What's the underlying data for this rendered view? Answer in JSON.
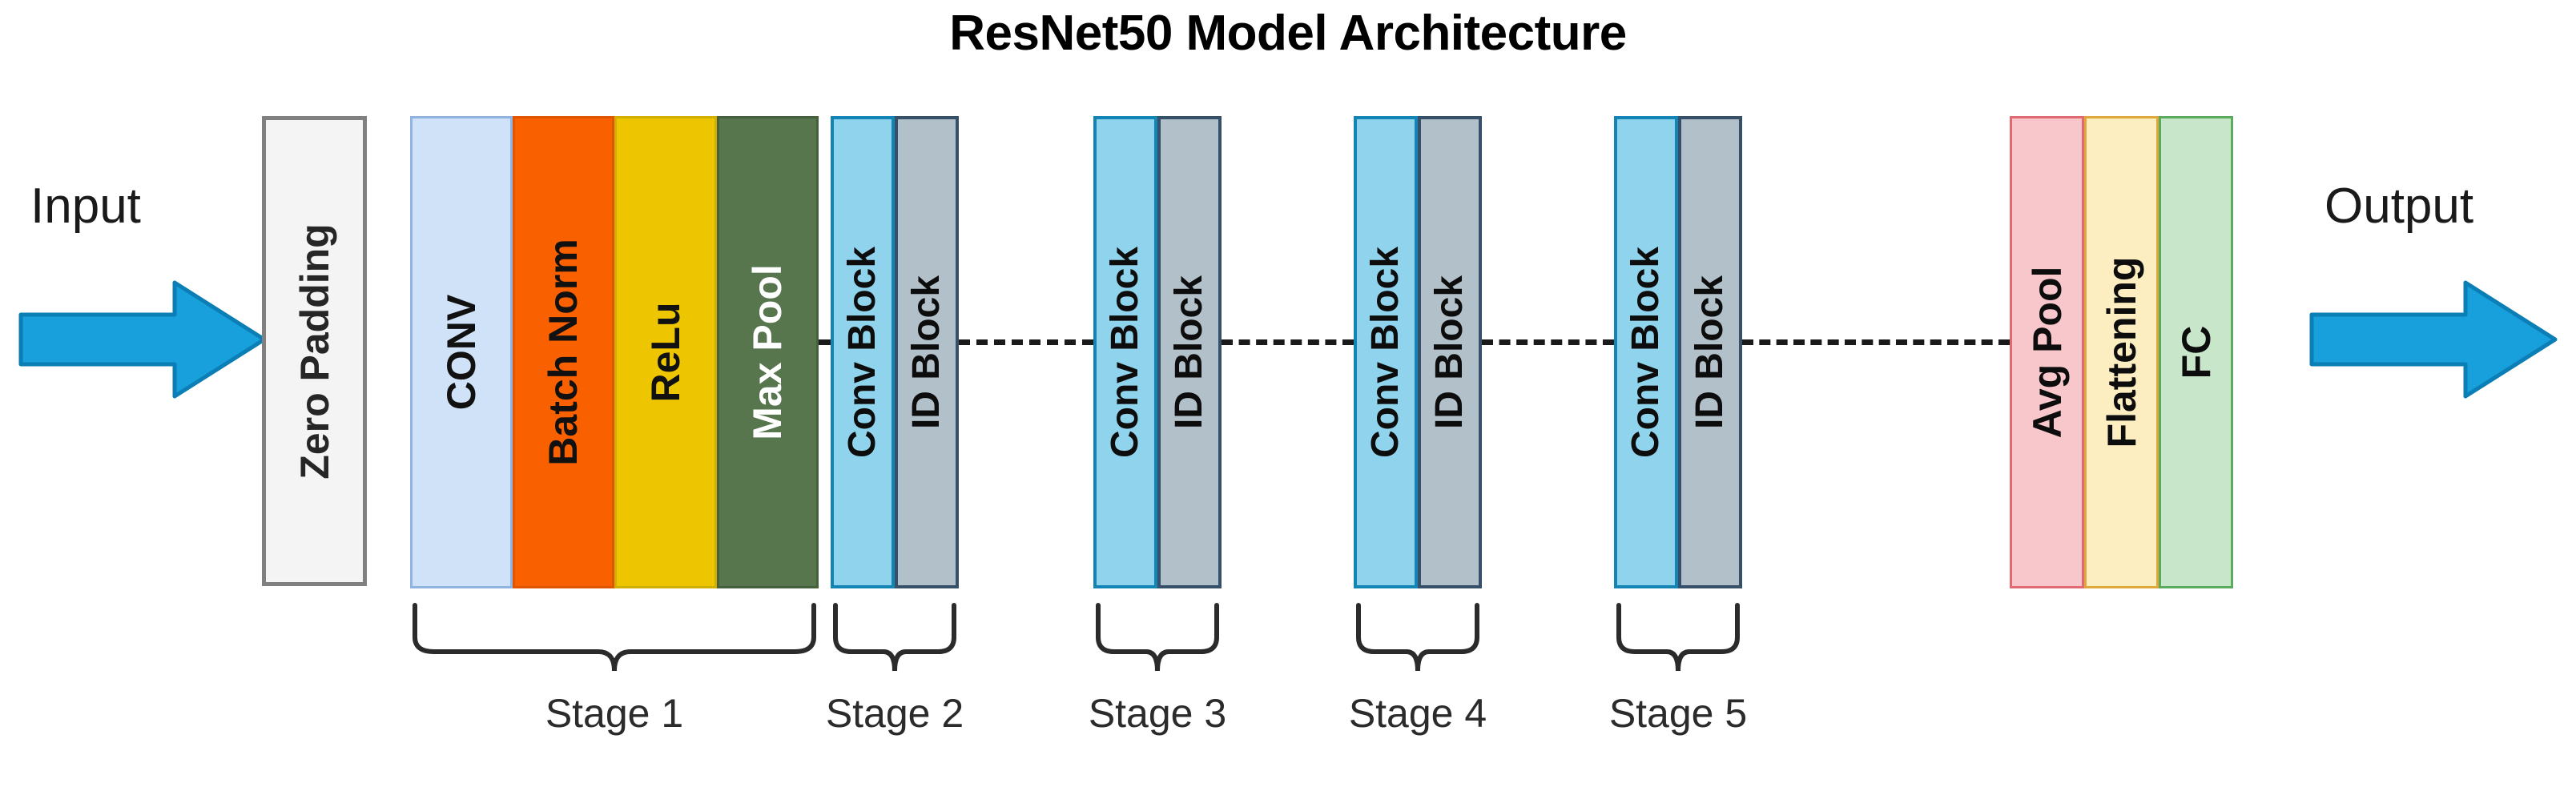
{
  "title": "ResNet50 Model Architecture",
  "io": {
    "input_label": "Input",
    "output_label": "Output",
    "input_arrow_icon": "right-arrow-icon",
    "output_arrow_icon": "right-arrow-icon",
    "arrow_color": "#17a0db",
    "arrow_border_color": "#0b7fb5"
  },
  "preprocess": {
    "zero_padding_label": "Zero  Padding",
    "fill": "#f4f4f4",
    "border": "#808080"
  },
  "stage1_layers": [
    {
      "label": "CONV",
      "fill": "#cfe2f8",
      "border": "#8fb4e0",
      "text": "#111111"
    },
    {
      "label": "Batch Norm",
      "fill": "#f96000",
      "border": "#e05500",
      "text": "#111111"
    },
    {
      "label": "ReLu",
      "fill": "#edc500",
      "border": "#d1ae00",
      "text": "#111111"
    },
    {
      "label": "Max Pool",
      "fill": "#57764e",
      "border": "#44603d",
      "text": "#ffffff"
    }
  ],
  "residual_stages": [
    {
      "conv_label": "Conv Block",
      "id_label": "ID Block"
    },
    {
      "conv_label": "Conv Block",
      "id_label": "ID Block"
    },
    {
      "conv_label": "Conv Block",
      "id_label": "ID Block"
    },
    {
      "conv_label": "Conv Block",
      "id_label": "ID Block"
    }
  ],
  "residual_colors": {
    "conv_fill": "#8fd4ec",
    "conv_border": "#1384b4",
    "id_fill": "#b2c0c9",
    "id_border": "#37506a"
  },
  "tail_layers": [
    {
      "label": "Avg Pool",
      "fill": "#f7c7cb",
      "border": "#e06a72"
    },
    {
      "label": "Flattening",
      "fill": "#fdeec2",
      "border": "#e0a83a"
    },
    {
      "label": "FC",
      "fill": "#c8e6c9",
      "border": "#5aab5e"
    }
  ],
  "stage_captions": [
    "Stage 1",
    "Stage 2",
    "Stage 3",
    "Stage 4",
    "Stage 5"
  ],
  "connector": {
    "style": "dashed",
    "color": "#1a1a1a"
  },
  "chart_data": {
    "type": "diagram",
    "title": "ResNet50 Model Architecture",
    "orientation": "left-to-right pipeline",
    "nodes": [
      "Input",
      "Zero Padding",
      "CONV",
      "Batch Norm",
      "ReLu",
      "Max Pool",
      "Conv Block",
      "ID Block",
      "Conv Block",
      "ID Block",
      "Conv Block",
      "ID Block",
      "Conv Block",
      "ID Block",
      "Avg Pool",
      "Flattening",
      "FC",
      "Output"
    ],
    "groups": [
      {
        "name": "Stage 1",
        "members": [
          "CONV",
          "Batch Norm",
          "ReLu",
          "Max Pool"
        ]
      },
      {
        "name": "Stage 2",
        "members": [
          "Conv Block",
          "ID Block"
        ]
      },
      {
        "name": "Stage 3",
        "members": [
          "Conv Block",
          "ID Block"
        ]
      },
      {
        "name": "Stage 4",
        "members": [
          "Conv Block",
          "ID Block"
        ]
      },
      {
        "name": "Stage 5",
        "members": [
          "Conv Block",
          "ID Block"
        ]
      }
    ]
  }
}
